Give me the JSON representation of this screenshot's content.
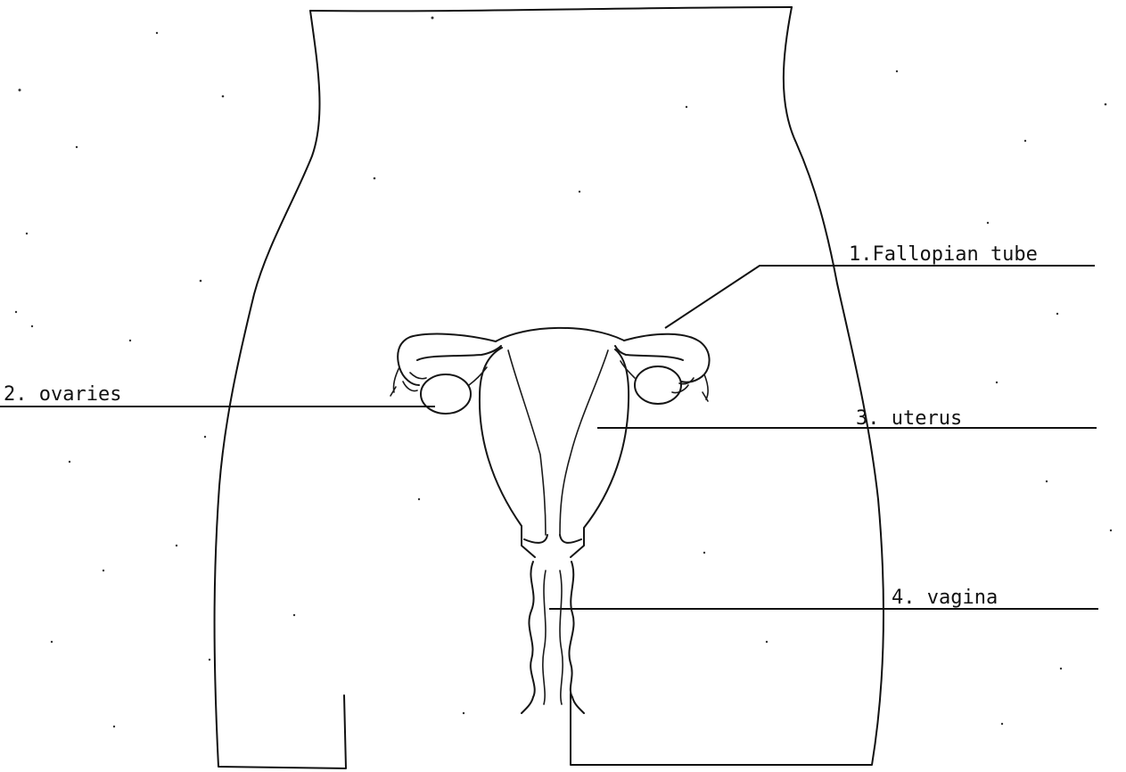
{
  "labels": {
    "fallopian_tube": "1.Fallopian tube",
    "ovaries": "2. ovaries",
    "uterus": "3. uterus",
    "vagina": "4. vagina"
  },
  "colors": {
    "line": "#111111",
    "background": "#ffffff"
  }
}
